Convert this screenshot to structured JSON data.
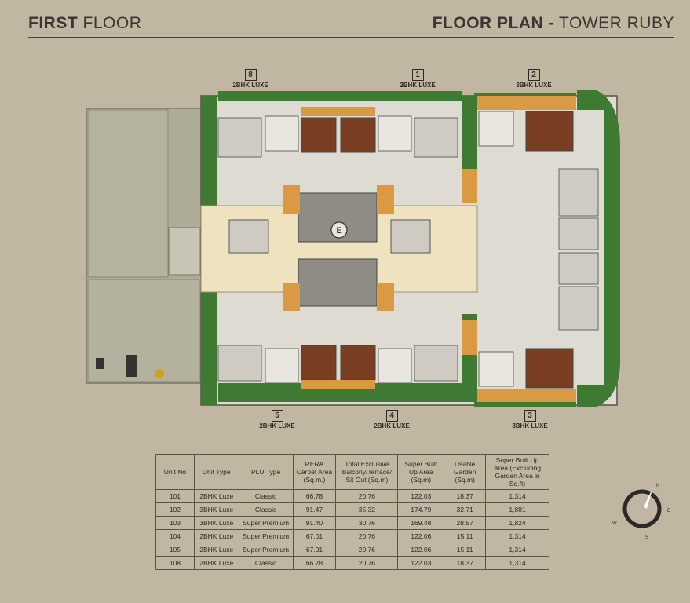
{
  "header": {
    "left_bold": "FIRST",
    "left_light": "FLOOR",
    "right_bold": "FLOOR PLAN -",
    "right_light": "TOWER RUBY"
  },
  "plan": {
    "units": [
      {
        "num": "8",
        "type": "2BHK LUXE"
      },
      {
        "num": "1",
        "type": "2BHK LUXE"
      },
      {
        "num": "2",
        "type": "3BHK LUXE"
      },
      {
        "num": "5",
        "type": "2BHK LUXE"
      },
      {
        "num": "4",
        "type": "2BHK LUXE"
      },
      {
        "num": "3",
        "type": "3BHK LUXE"
      }
    ],
    "lift_marker": "E",
    "colors": {
      "garden": "#3e7a31",
      "room_light": "#e9e6e0",
      "bedroom_wood": "#7a3e23",
      "terrace": "#d99a43",
      "lobby": "#efe3bf",
      "hall": "#aeac97"
    }
  },
  "table": {
    "headers": [
      "Unit No",
      "Unit Type",
      "PLU Type",
      "RERA Carpet Area (Sq.m.)",
      "Total Exclusive Balcony/Terrace/ Sit Out (Sq.m)",
      "Super Built Up Area (Sq.m)",
      "Usable Garden (Sq.m)",
      "Super Built Up Area (Excluding Garden Area in Sq.ft)"
    ],
    "rows": [
      [
        "101",
        "2BHK Luxe",
        "Classic",
        "66.78",
        "20.76",
        "122.03",
        "18.37",
        "1,314"
      ],
      [
        "102",
        "3BHK Luxe",
        "Classic",
        "91.47",
        "35.32",
        "174.79",
        "32.71",
        "1,881"
      ],
      [
        "103",
        "3BHK Luxe",
        "Super Premium",
        "91.40",
        "30.76",
        "169.48",
        "28.57",
        "1,824"
      ],
      [
        "104",
        "2BHK Luxe",
        "Super Premium",
        "67.01",
        "20.76",
        "122.06",
        "15.11",
        "1,314"
      ],
      [
        "105",
        "2BHK Luxe",
        "Super Premium",
        "67.01",
        "20.76",
        "122.06",
        "15.11",
        "1,314"
      ],
      [
        "108",
        "2BHK Luxe",
        "Classic",
        "66.78",
        "20.76",
        "122.03",
        "18.37",
        "1,314"
      ]
    ]
  },
  "compass": {
    "n": "N",
    "e": "E",
    "s": "S",
    "w": "W"
  }
}
